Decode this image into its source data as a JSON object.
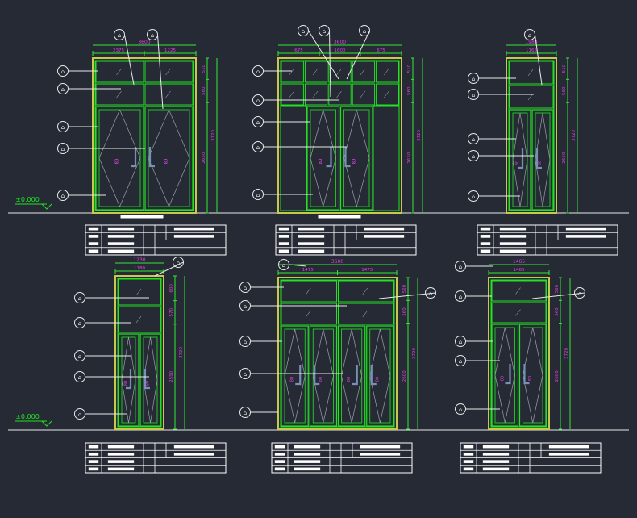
{
  "drawing": {
    "level_label": "±0.000",
    "callout_symbol": "⌂",
    "colors": {
      "background": "#252a35",
      "frame": "#c8c84a",
      "glass": "#21e321",
      "dim": "#32e832",
      "dim_text": "#e040e0",
      "lead": "#e8e8e8",
      "table": "#ffffff"
    }
  },
  "doors": [
    {
      "id": "D1",
      "overall_width": "3600",
      "top_dims": [
        "2375",
        "1225"
      ],
      "height_total": "3720",
      "height_dims": [
        "510",
        "560",
        "2650"
      ],
      "pane_labels": [
        "80",
        "80",
        "80",
        "80"
      ]
    },
    {
      "id": "D2",
      "overall_width": "3600",
      "top_dims": [
        "675",
        "1600",
        "675"
      ],
      "height_total": "3720",
      "height_dims": [
        "510",
        "560",
        "2650"
      ],
      "pane_labels": [
        "80",
        "80",
        "80",
        "80"
      ]
    },
    {
      "id": "D3",
      "overall_width": "1980",
      "top_dims": [
        "1165"
      ],
      "height_total": "3720",
      "height_dims": [
        "510",
        "560",
        "2650"
      ],
      "pane_labels": [
        "80",
        "80"
      ]
    },
    {
      "id": "D4",
      "overall_width": "1230",
      "top_dims": [
        "1180"
      ],
      "height_total": "3720",
      "height_dims": [
        "600",
        "570",
        "2550"
      ],
      "pane_labels": [
        "80",
        "80"
      ]
    },
    {
      "id": "D5",
      "overall_width": "3600",
      "top_dims": [
        "1475",
        "1475"
      ],
      "height_total": "3720",
      "height_dims": [
        "560",
        "560",
        "2600"
      ],
      "pane_labels": [
        "80",
        "80",
        "80",
        "80"
      ]
    },
    {
      "id": "D6",
      "overall_width": "1465",
      "top_dims": [
        "1465"
      ],
      "height_total": "3720",
      "height_dims": [
        "560",
        "560",
        "2600"
      ],
      "pane_labels": [
        "80",
        "80"
      ]
    }
  ]
}
